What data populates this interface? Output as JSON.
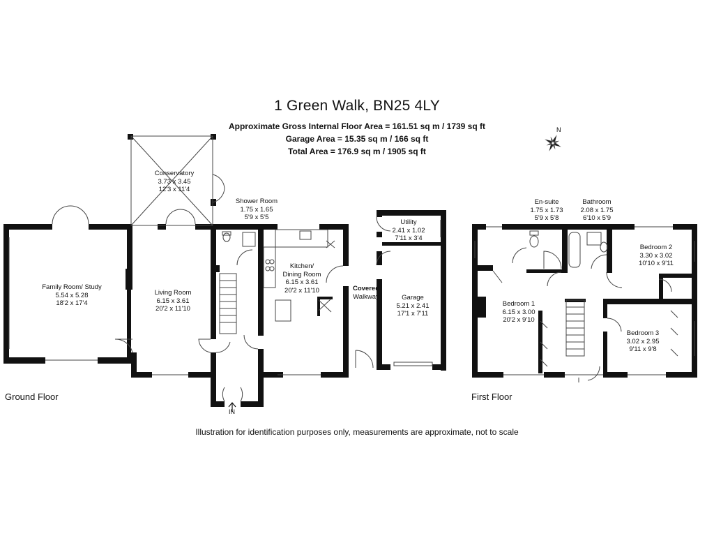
{
  "header": {
    "title": "1 Green Walk, BN25 4LY",
    "gross_area": "Approximate Gross Internal Floor Area = 161.51 sq m / 1739 sq ft",
    "garage_area": "Garage Area = 15.35 sq m / 166 sq ft",
    "total_area": "Total Area = 176.9 sq m / 1905 sq ft"
  },
  "compass": {
    "north_label": "N",
    "icon": "compass-rose-icon"
  },
  "ground_floor": {
    "label": "Ground Floor",
    "entrance_label": "IN",
    "rooms": {
      "conservatory": {
        "name": "Conservatory",
        "metric": "3.73 x 3.45",
        "imperial": "12'3 x 11'4"
      },
      "shower_room": {
        "name": "Shower Room",
        "metric": "1.75 x 1.65",
        "imperial": "5'9 x 5'5"
      },
      "family_room": {
        "name": "Family Room/ Study",
        "metric": "5.54 x 5.28",
        "imperial": "18'2 x 17'4"
      },
      "living_room": {
        "name": "Living Room",
        "metric": "6.15 x 3.61",
        "imperial": "20'2 x 11'10"
      },
      "kitchen": {
        "name1": "Kitchen/",
        "name2": "Dining Room",
        "metric": "6.15 x 3.61",
        "imperial": "20'2 x 11'10"
      },
      "walkway": {
        "name1": "Covered",
        "name2": "Walkway"
      },
      "utility": {
        "name": "Utility",
        "metric": "2.41 x 1.02",
        "imperial": "7'11 x 3'4"
      },
      "garage": {
        "name": "Garage",
        "metric": "5.21 x 2.41",
        "imperial": "17'1 x 7'11"
      }
    }
  },
  "first_floor": {
    "label": "First Floor",
    "rooms": {
      "ensuite": {
        "name": "En-suite",
        "metric": "1.75 x 1.73",
        "imperial": "5'9 x 5'8"
      },
      "bathroom": {
        "name": "Bathroom",
        "metric": "2.08 x 1.75",
        "imperial": "6'10 x 5'9"
      },
      "bedroom1": {
        "name": "Bedroom 1",
        "metric": "6.15 x 3.00",
        "imperial": "20'2 x 9'10"
      },
      "bedroom2": {
        "name": "Bedroom 2",
        "metric": "3.30 x 3.02",
        "imperial": "10'10 x 9'11"
      },
      "bedroom3": {
        "name": "Bedroom 3",
        "metric": "3.02 x 2.95",
        "imperial": "9'11 x 9'8"
      }
    }
  },
  "footer": {
    "disclaimer": "Illustration for identification purposes only, measurements are approximate, not to scale"
  }
}
